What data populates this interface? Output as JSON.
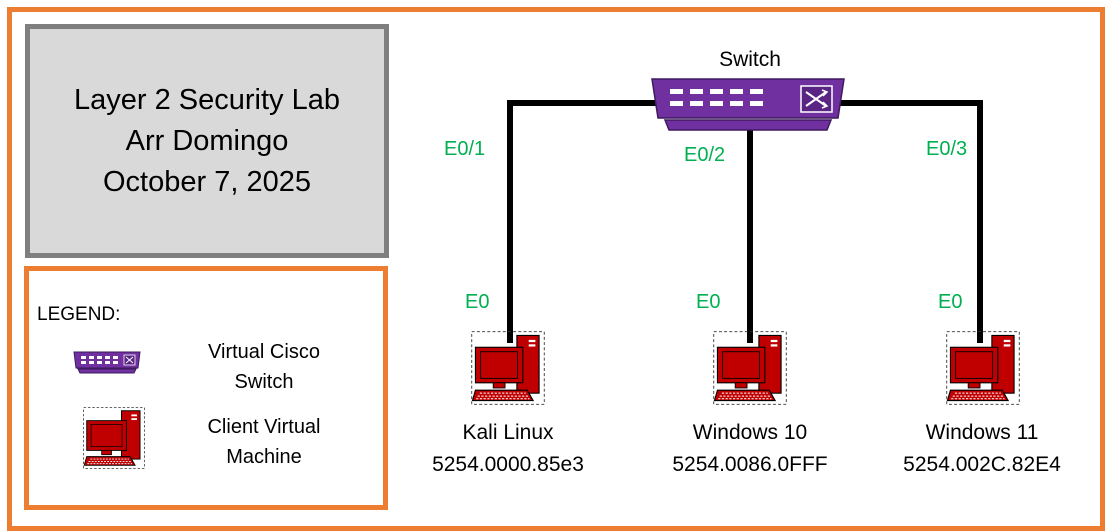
{
  "title": {
    "line1": "Layer 2 Security Lab",
    "line2": "Arr Domingo",
    "line3": "October 7, 2025"
  },
  "legend": {
    "heading": "LEGEND:",
    "switch_text": "Virtual Cisco\nSwitch",
    "client_text": "Client Virtual\nMachine"
  },
  "switch": {
    "label": "Switch",
    "icon": "switch-icon"
  },
  "ports": {
    "switch_e01": "E0/1",
    "switch_e02": "E0/2",
    "switch_e03": "E0/3",
    "kali_e0": "E0",
    "win10_e0": "E0",
    "win11_e0": "E0"
  },
  "hosts": [
    {
      "name": "Kali Linux",
      "mac": "5254.0000.85e3",
      "icon": "computer-icon"
    },
    {
      "name": "Windows 10",
      "mac": "5254.0086.0FFF",
      "icon": "computer-icon"
    },
    {
      "name": "Windows 11",
      "mac": "5254.002C.82E4",
      "icon": "computer-icon"
    }
  ],
  "colors": {
    "frame": "#ED7D31",
    "title_bg": "#D9D9D9",
    "title_border": "#7F7F7F",
    "port_label": "#00B050",
    "switch": "#7030A0",
    "computer": "#C00000"
  }
}
